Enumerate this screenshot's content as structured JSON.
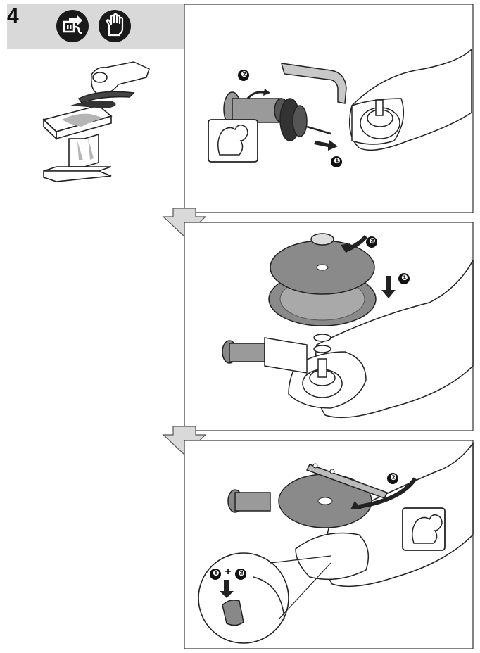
{
  "step": {
    "number": "4"
  },
  "header_icons": [
    {
      "name": "unplug-power-icon"
    },
    {
      "name": "wear-gloves-icon"
    }
  ],
  "callouts": {
    "panel1": [
      "❷",
      "❶"
    ],
    "panel2": [
      "❷",
      "❶"
    ],
    "panel3": [
      "❷"
    ],
    "inset": {
      "first": "❶",
      "plus": "+",
      "second": "❷"
    }
  },
  "colors": {
    "header_bg": "#d9d9d9",
    "icon_bg": "#1a1a1a",
    "arrow_fill": "#d9d9d9",
    "disc_fill": "#8a8a8a",
    "line": "#222222"
  }
}
